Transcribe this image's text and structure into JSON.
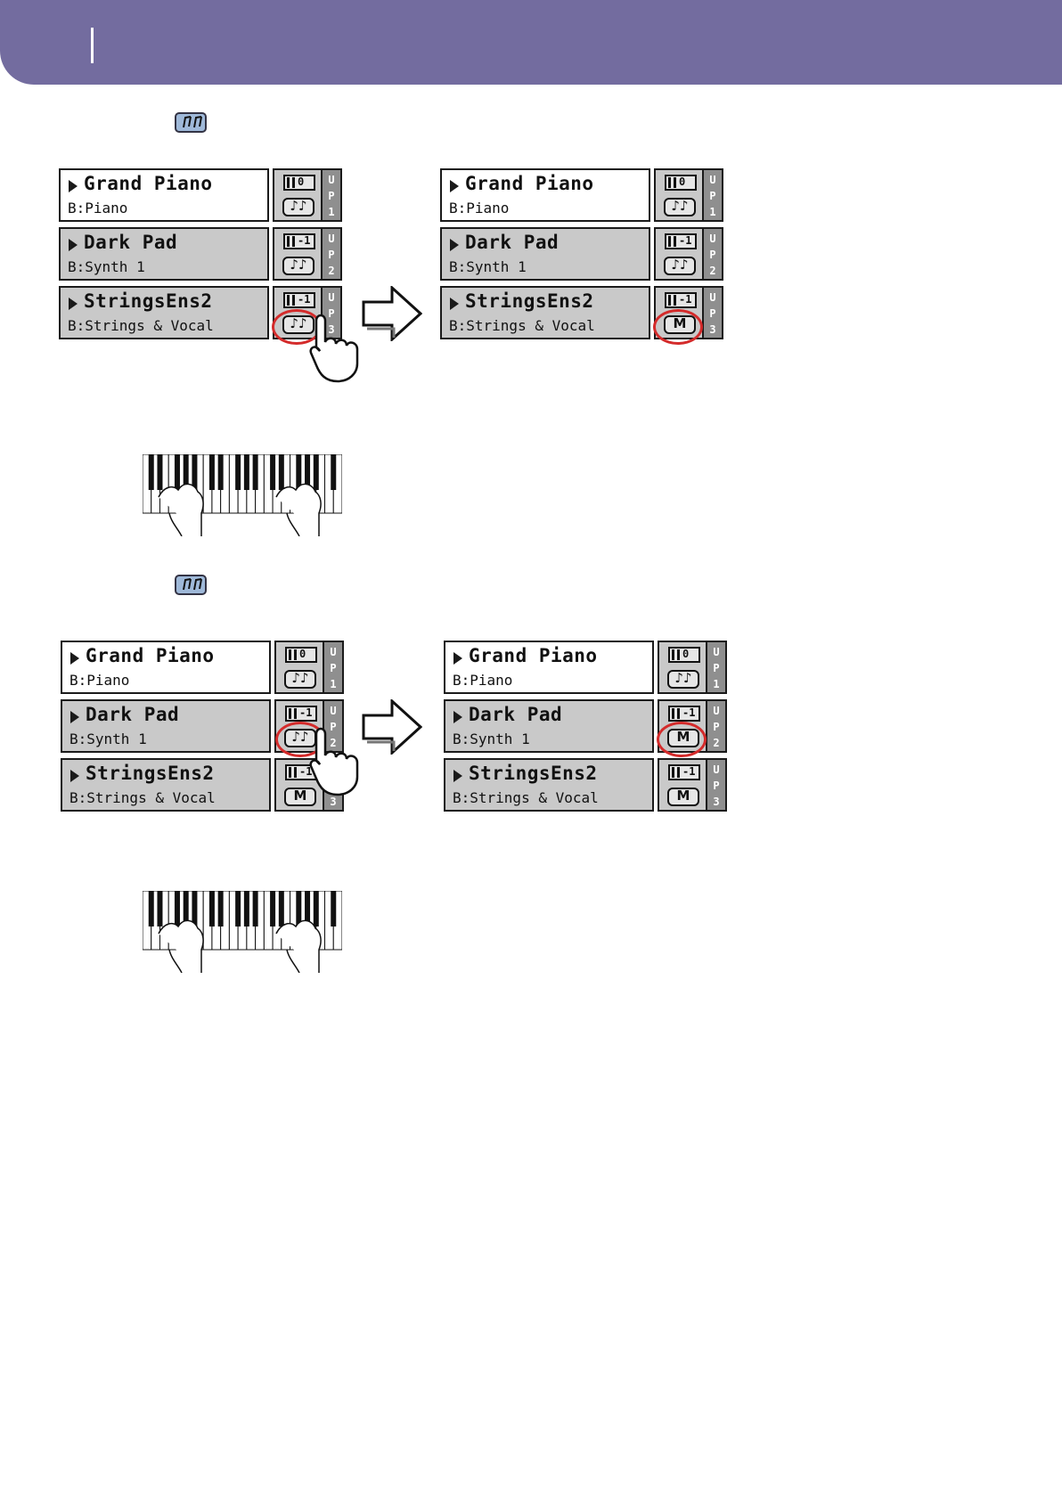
{
  "colors": {
    "header": "#736c9f",
    "highlight": "#d42b2b"
  },
  "icons": {
    "inline_mode": "poly-notes-icon",
    "pointer": "pointing-hand-icon",
    "transition": "right-arrow-icon",
    "keyboard": "keyboard-hands-icon"
  },
  "example1": {
    "before": {
      "tracks": [
        {
          "sound": "Grand Piano",
          "bank": "B:Piano",
          "octave": "0",
          "mode": "♪♪",
          "label": [
            "U",
            "P",
            "1"
          ]
        },
        {
          "sound": "Dark Pad",
          "bank": "B:Synth 1",
          "octave": "-1",
          "mode": "♪♪",
          "label": [
            "U",
            "P",
            "2"
          ]
        },
        {
          "sound": "StringsEns2",
          "bank": "B:Strings & Vocal",
          "octave": "-1",
          "mode": "♪♪",
          "label": [
            "U",
            "P",
            "3"
          ]
        }
      ]
    },
    "after": {
      "tracks": [
        {
          "sound": "Grand Piano",
          "bank": "B:Piano",
          "octave": "0",
          "mode": "♪♪",
          "label": [
            "U",
            "P",
            "1"
          ]
        },
        {
          "sound": "Dark Pad",
          "bank": "B:Synth 1",
          "octave": "-1",
          "mode": "♪♪",
          "label": [
            "U",
            "P",
            "2"
          ]
        },
        {
          "sound": "StringsEns2",
          "bank": "B:Strings & Vocal",
          "octave": "-1",
          "mode": "M",
          "label": [
            "U",
            "P",
            "3"
          ]
        }
      ]
    }
  },
  "example2": {
    "before": {
      "tracks": [
        {
          "sound": "Grand Piano",
          "bank": "B:Piano",
          "octave": "0",
          "mode": "♪♪",
          "label": [
            "U",
            "P",
            "1"
          ]
        },
        {
          "sound": "Dark Pad",
          "bank": "B:Synth 1",
          "octave": "-1",
          "mode": "♪♪",
          "label": [
            "U",
            "P",
            "2"
          ]
        },
        {
          "sound": "StringsEns2",
          "bank": "B:Strings & Vocal",
          "octave": "-1",
          "mode": "M",
          "label": [
            "U",
            "P",
            "3"
          ]
        }
      ]
    },
    "after": {
      "tracks": [
        {
          "sound": "Grand Piano",
          "bank": "B:Piano",
          "octave": "0",
          "mode": "♪♪",
          "label": [
            "U",
            "P",
            "1"
          ]
        },
        {
          "sound": "Dark Pad",
          "bank": "B:Synth 1",
          "octave": "-1",
          "mode": "M",
          "label": [
            "U",
            "P",
            "2"
          ]
        },
        {
          "sound": "StringsEns2",
          "bank": "B:Strings & Vocal",
          "octave": "-1",
          "mode": "M",
          "label": [
            "U",
            "P",
            "3"
          ]
        }
      ]
    }
  }
}
